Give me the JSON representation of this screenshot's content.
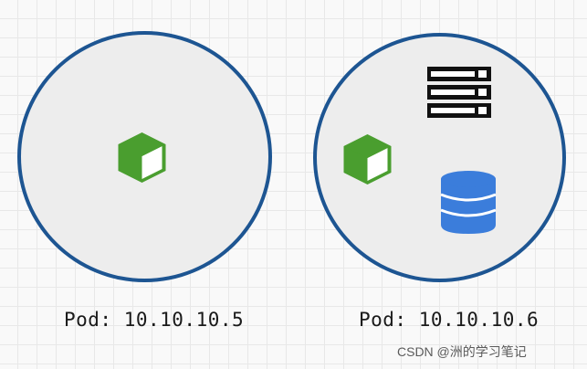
{
  "pods": [
    {
      "label": "Pod: 10.10.10.5",
      "border_color": "#1d5592",
      "fill_color": "#ededed",
      "icons": [
        "container-cube-icon"
      ]
    },
    {
      "label": "Pod: 10.10.10.6",
      "border_color": "#1d5592",
      "fill_color": "#ededed",
      "icons": [
        "container-cube-icon",
        "server-rack-icon",
        "database-icon"
      ]
    }
  ],
  "colors": {
    "cube_green": "#4a9e2f",
    "database_blue": "#3b7ddb",
    "server_black": "#111111"
  },
  "watermark": "CSDN @洲的学习笔记"
}
